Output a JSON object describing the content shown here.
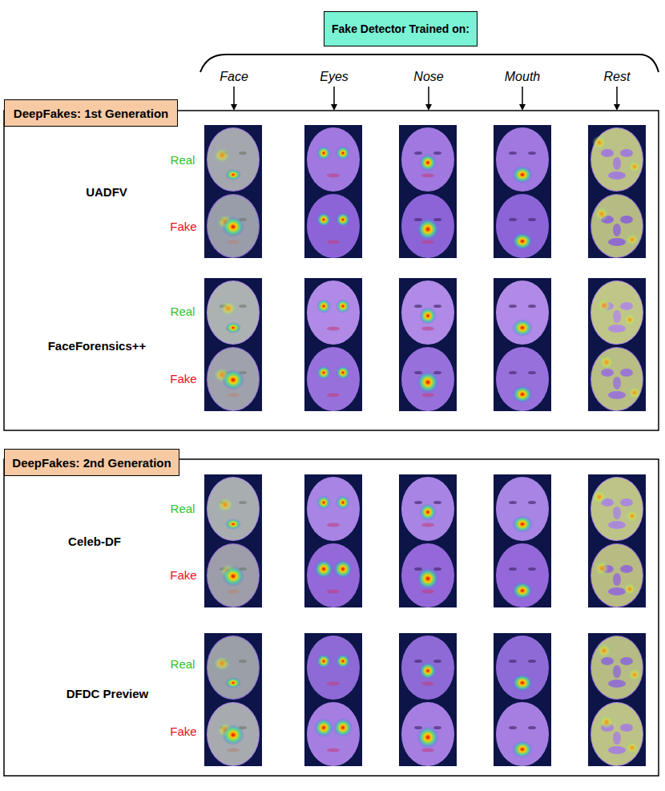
{
  "diagram": {
    "nodes": [
      {
        "text": [
          "Fake Detector Trained on:"
        ]
      },
      {
        "text": [
          "DeepFakes: 1st Generation"
        ]
      },
      {
        "text": [
          "DeepFakes: 2nd Generation"
        ]
      }
    ],
    "labels": [
      "Face",
      "Eyes",
      "Nose",
      "Mouth",
      "Rest",
      "Real",
      "Fake",
      "UADFV",
      "Real",
      "Fake",
      "FaceForensics++",
      "Real",
      "Fake",
      "Celeb-DF",
      "Real",
      "Fake",
      "DFDC Preview"
    ]
  }
}
